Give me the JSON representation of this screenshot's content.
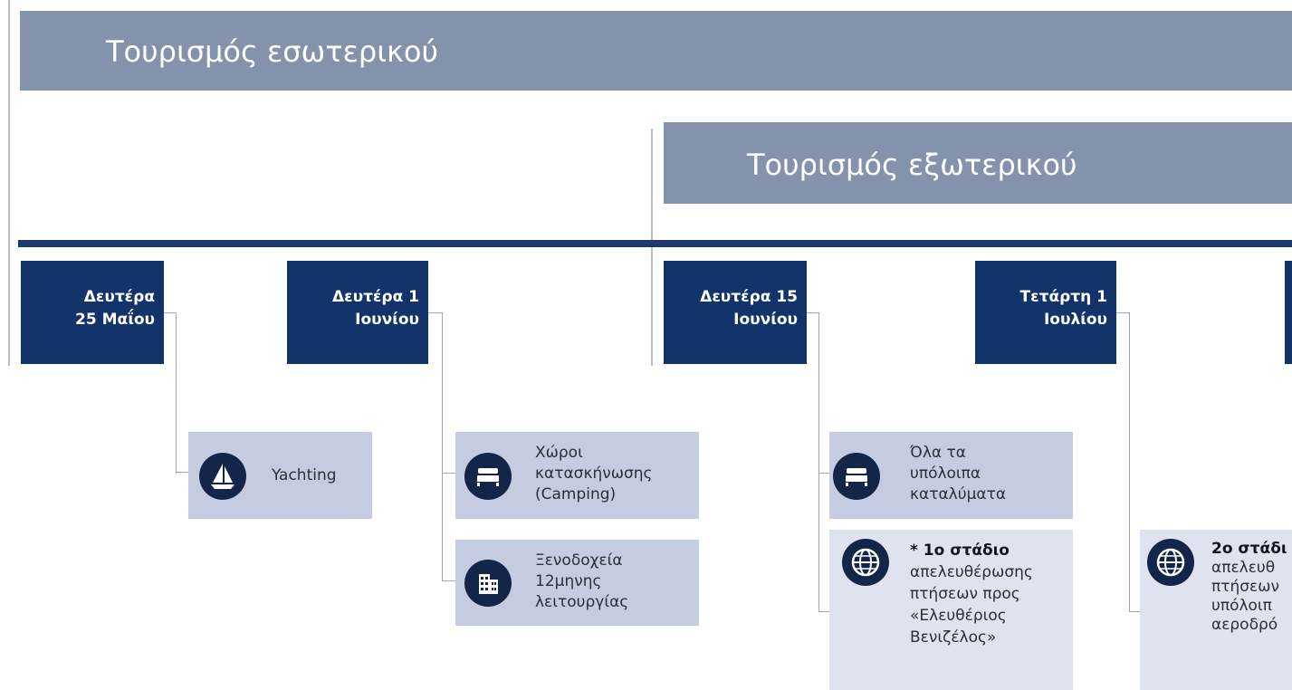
{
  "banners": {
    "domestic": "Τουρισμός εσωτερικού",
    "foreign": "Τουρισμός εξωτερικού"
  },
  "dates": [
    {
      "line1": "Δευτέρα",
      "line2": "25 Μαΐου"
    },
    {
      "line1": "Δευτέρα 1",
      "line2": "Ιουνίου"
    },
    {
      "line1": "Δευτέρα 15",
      "line2": "Ιουνίου"
    },
    {
      "line1": "Τετάρτη 1",
      "line2": "Ιουλίου"
    }
  ],
  "cards": {
    "yachting": {
      "icon": "sailboat-icon",
      "text": "Yachting"
    },
    "camping": {
      "icon": "bed-icon",
      "line1": "Χώροι",
      "line2": "κατασκήνωσης",
      "line3": "(Camping)"
    },
    "hotels": {
      "icon": "building-icon",
      "line1": "Ξενοδοχεία",
      "line2": "12μηνης",
      "line3": "λειτουργίας"
    },
    "accommodation": {
      "icon": "bed-icon",
      "line1": "Όλα τα",
      "line2": "υπόλοιπα",
      "line3": "καταλύματα"
    },
    "flights1": {
      "icon": "globe-icon",
      "title": "* 1ο στάδιο",
      "line2": "απελευθέρωσης",
      "line3": "πτήσεων προς",
      "line4": "«Ελευθέριος",
      "line5": "Βενιζέλος»"
    },
    "flights2": {
      "icon": "globe-icon",
      "title": "2ο στάδι",
      "line2": "απελευθ",
      "line3": "πτήσεων",
      "line4": "υπόλοιπ",
      "line5": "αεροδρό"
    }
  },
  "colors": {
    "banner": "#8592ac",
    "timeline": "#1b3a6e",
    "date_box": "#13336b",
    "card": "#c5cbe1",
    "card_pale": "#dfe2ef",
    "icon": "#14254a"
  }
}
